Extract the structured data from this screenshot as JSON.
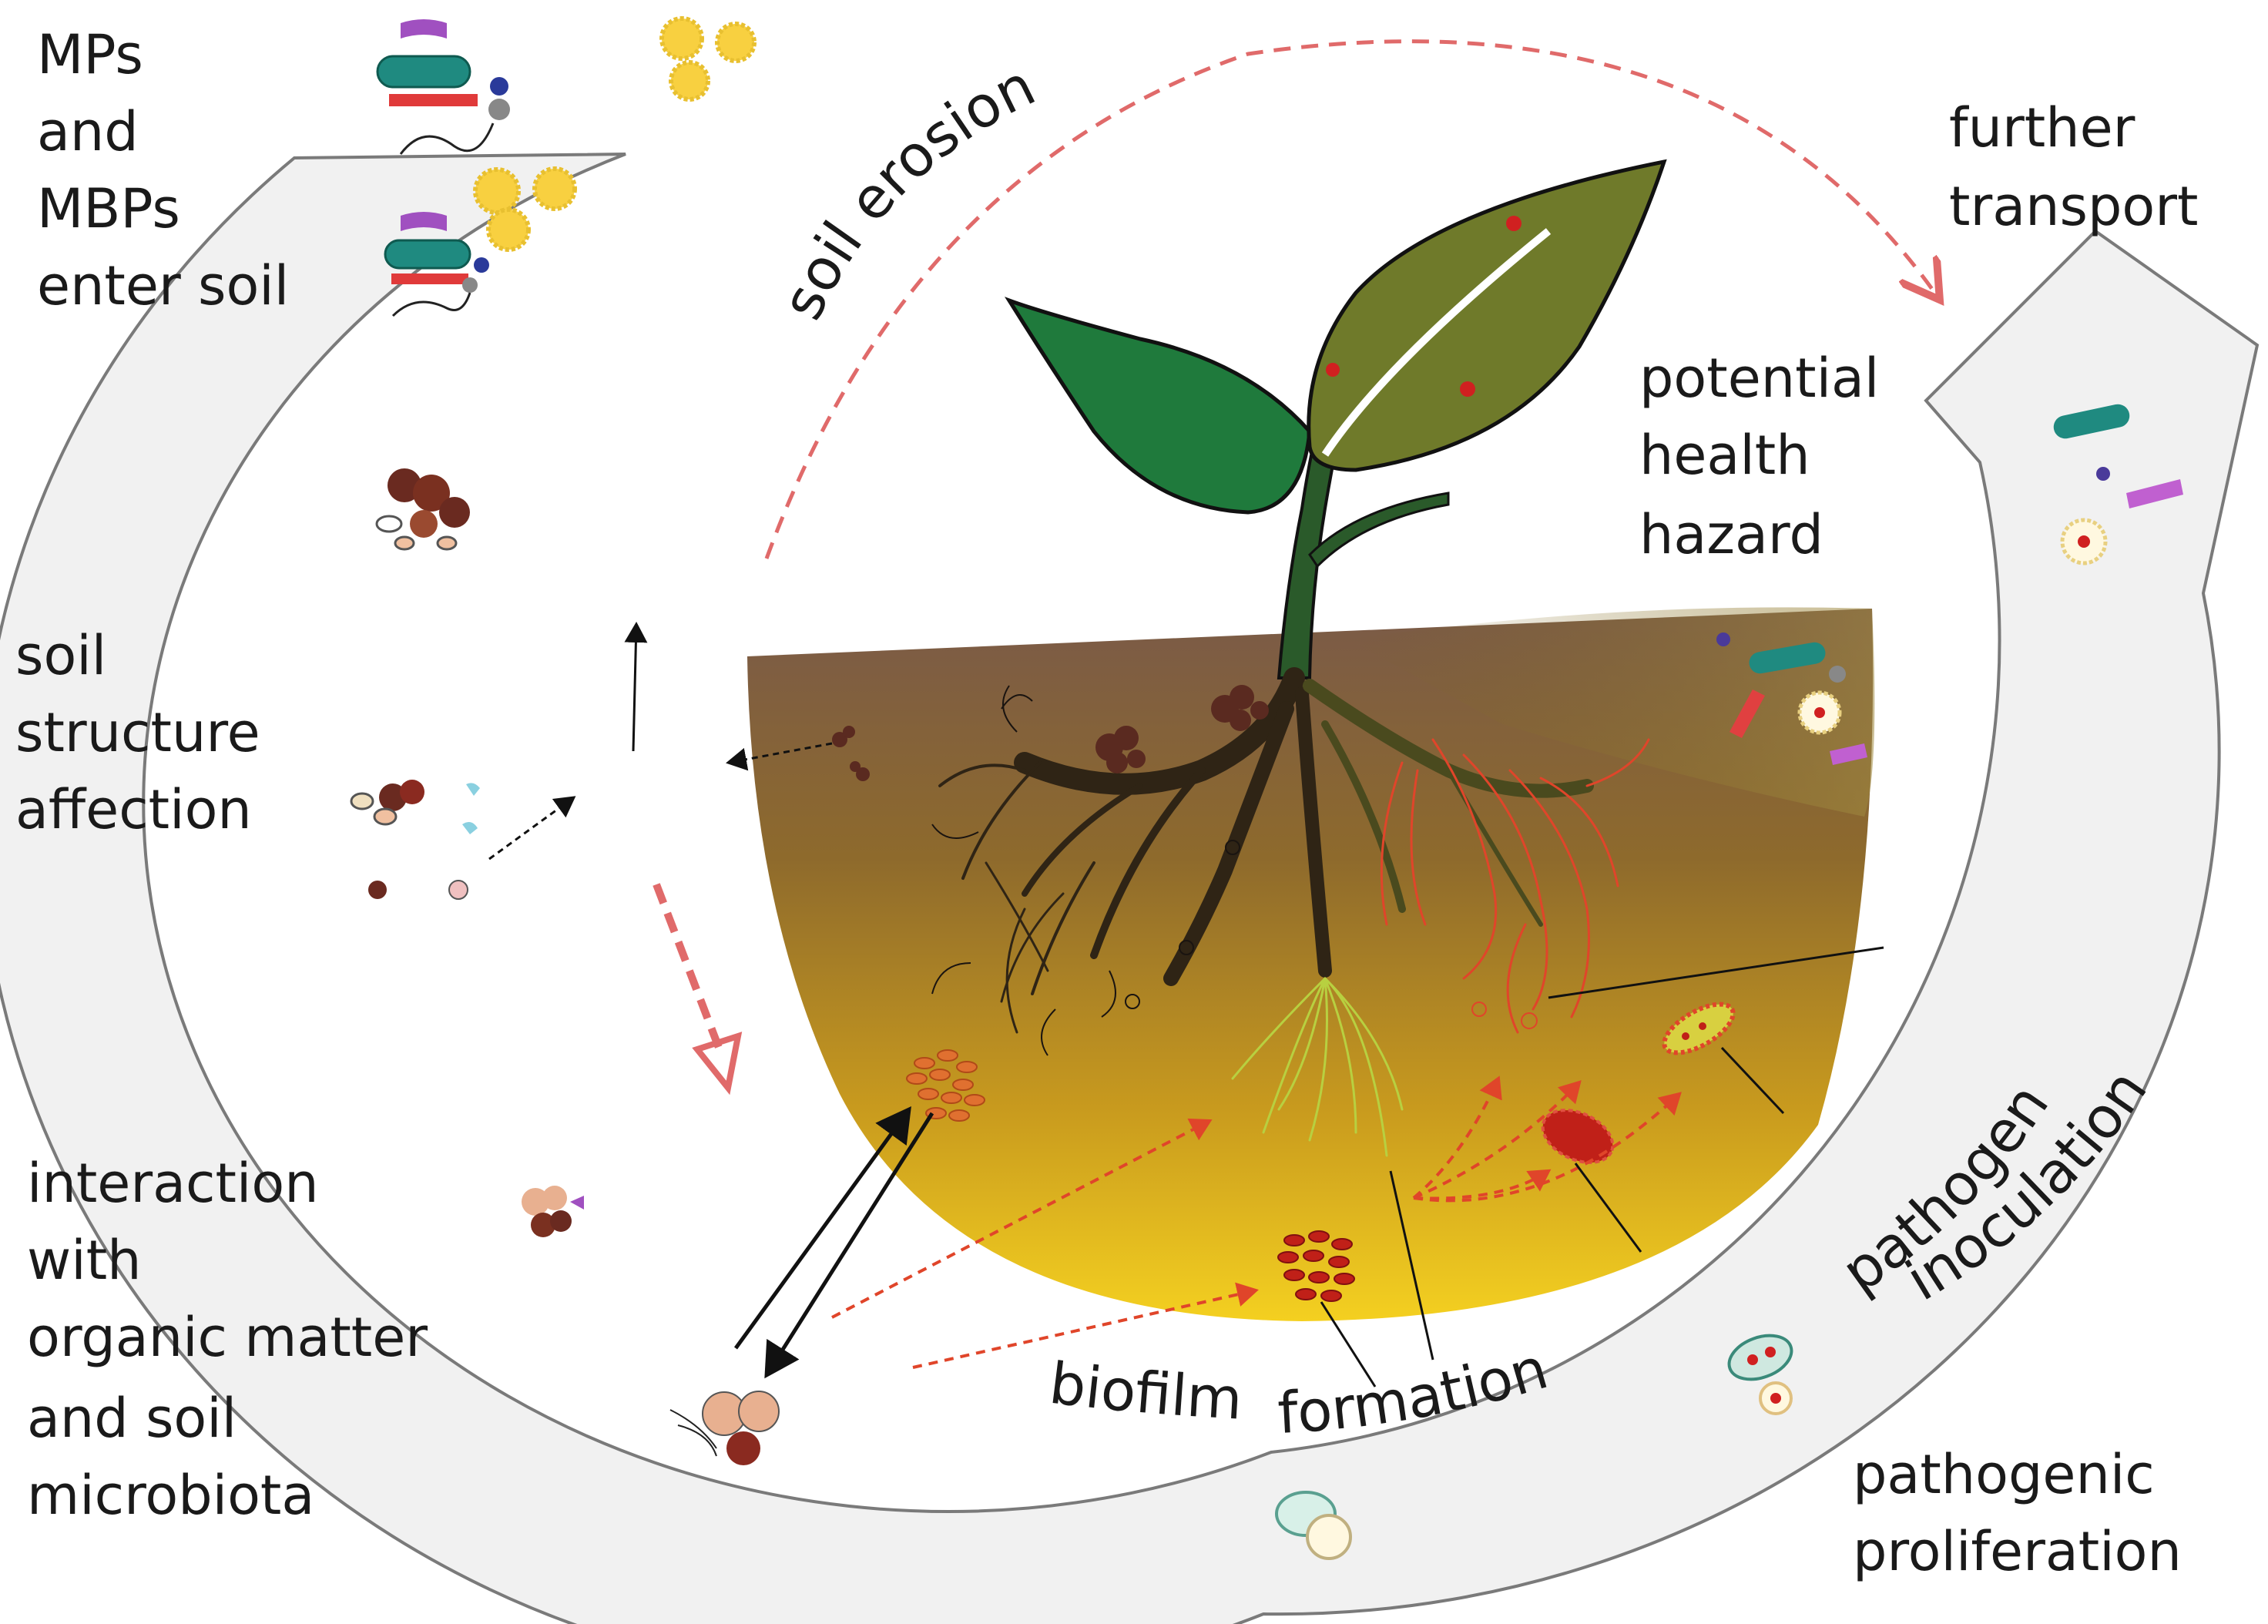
{
  "labels": {
    "mps_enter_soil": [
      "MPs",
      "and",
      "MBPs",
      "enter soil"
    ],
    "soil_structure": [
      "soil",
      "structure",
      "affection"
    ],
    "interaction": [
      "interaction",
      "with",
      "organic matter",
      "and soil",
      "microbiota"
    ],
    "further_transport": [
      "further",
      "transport"
    ],
    "health_hazard": [
      "potential",
      "health",
      "hazard"
    ],
    "pathogenic_proliferation": [
      "pathogenic",
      "proliferation"
    ],
    "soil_erosion": "soil erosion",
    "pathogen": "pathogen",
    "inoculation": "inoculation",
    "biofilm": "biofilm",
    "formation": "formation"
  },
  "colors": {
    "band_fill": "#f1f1f1",
    "band_stroke": "#7a7a7a",
    "erosion_arrow": "#e06a6a",
    "leaf_green": "#1f7a3c",
    "leaf_olive": "#6f7a2a",
    "root_dark": "#2f2415",
    "root_red": "#e0452a",
    "soil_top": "#7a5a48",
    "soil_bottom": "#f0c826"
  },
  "icons": [
    "plastic-fiber-icon",
    "microplastic-particle-icon",
    "soil-aggregate-icon",
    "bacteria-cluster-icon",
    "pathogen-cell-icon",
    "spore-icon"
  ]
}
